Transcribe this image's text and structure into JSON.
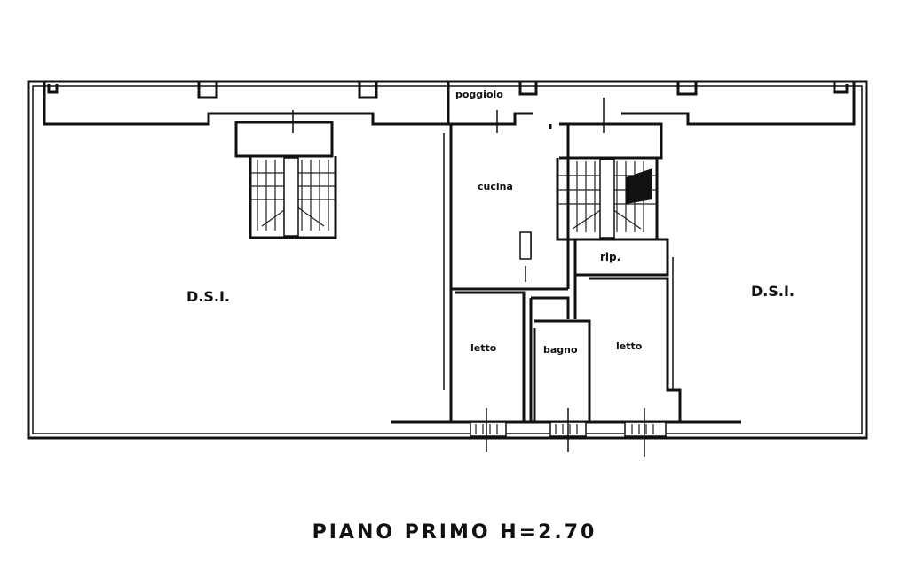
{
  "plan": {
    "rooms": {
      "dsi_left": "D.S.I.",
      "dsi_right": "D.S.I.",
      "poggiolo": "poggiolo",
      "cucina": "cucina",
      "rip": "rip.",
      "letto_left": "letto",
      "bagno": "bagno",
      "letto_right": "letto"
    },
    "caption": "PIANO PRIMO H=2.70"
  }
}
